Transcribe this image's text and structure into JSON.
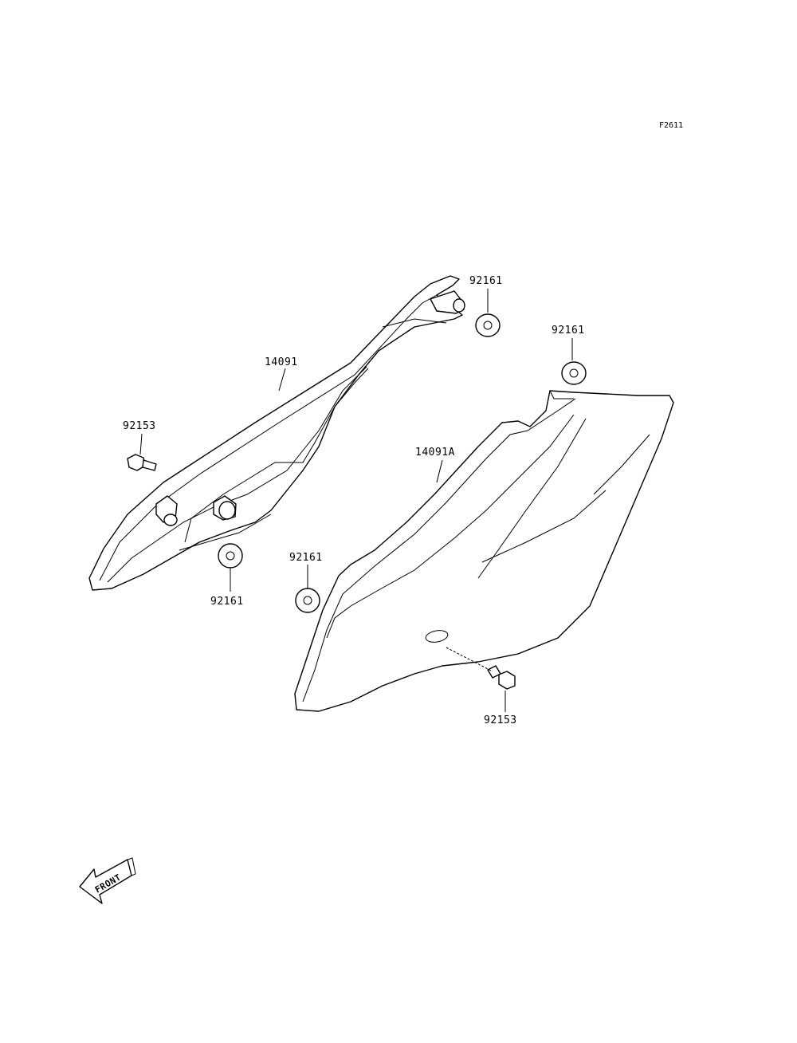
{
  "figure_code": "F2611",
  "callouts": {
    "grommet_top_left": "92161",
    "grommet_top_right": "92161",
    "cover_left": "14091",
    "bolt_left": "92153",
    "cover_right": "14091A",
    "grommet_bottom_left": "92161",
    "grommet_bottom_mid": "92161",
    "bolt_right": "92153"
  },
  "front_arrow_text": "FRONT"
}
